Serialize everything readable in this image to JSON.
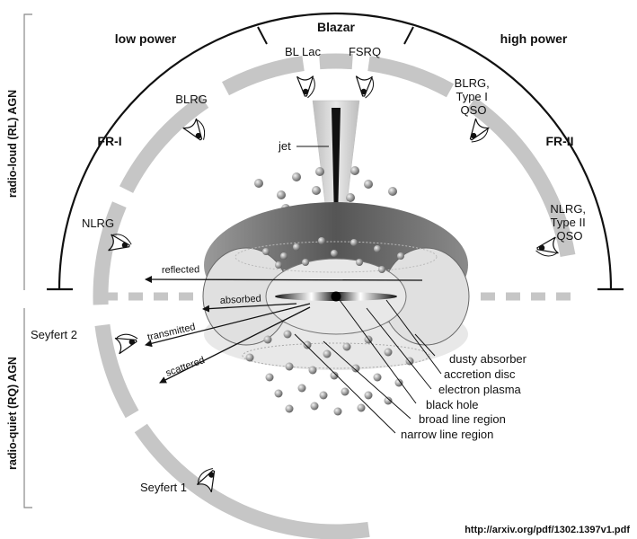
{
  "side_labels": {
    "radio_loud": "radio-loud (RL) AGN",
    "radio_quiet": "radio-quiet (RQ) AGN"
  },
  "power": {
    "low": "low power",
    "high": "high power",
    "blazar": "Blazar"
  },
  "classes": {
    "fr1": "FR-I",
    "fr2": "FR-II",
    "bl_lac": "BL Lac",
    "fsrq": "FSRQ",
    "blrg_left": "BLRG",
    "nlrg_left": "NLRG",
    "blrg_right": [
      "BLRG,",
      "Type I",
      "QSO"
    ],
    "nlrg_right": [
      "NLRG,",
      "Type II",
      "QSO"
    ],
    "seyfert2": "Seyfert 2",
    "seyfert1": "Seyfert 1"
  },
  "light_paths": {
    "reflected": "reflected",
    "absorbed": "absorbed",
    "transmitted": "transmitted",
    "scattered": "scattered"
  },
  "components": {
    "jet": "jet",
    "dusty_absorber": "dusty absorber",
    "accretion_disc": "accretion disc",
    "electron_plasma": "electron plasma",
    "black_hole": "black hole",
    "broad_line_region": "broad line region",
    "narrow_line_region": "narrow line region"
  },
  "source_url": "http://arxiv.org/pdf/1302.1397v1.pdf",
  "icons": {
    "observer": "eye-icon"
  },
  "colors": {
    "ring": "#c6c6c6",
    "torus_dark": "#7a7a7a",
    "torus_light": "#e2e2e2",
    "cloud": "#8a8a8a",
    "line": "#111111"
  }
}
